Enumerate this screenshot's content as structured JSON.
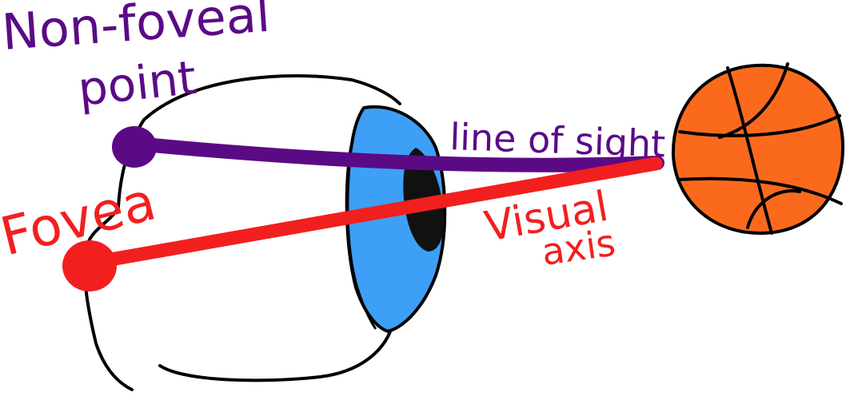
{
  "labels": {
    "non_foveal_line1": "Non-foveal",
    "non_foveal_line2": "point",
    "fovea": "Fovea",
    "line_of_sight": "line of sight",
    "visual_line1": "Visual",
    "visual_line2": "axis"
  },
  "colors": {
    "purple": "#5b0a86",
    "red": "#f21f1f",
    "iris": "#3d9ff5",
    "pupil": "#111111",
    "ball": "#fb6a1c",
    "outline": "#000000"
  },
  "icons": {
    "eye": "eye-icon",
    "ball": "basketball-icon"
  }
}
